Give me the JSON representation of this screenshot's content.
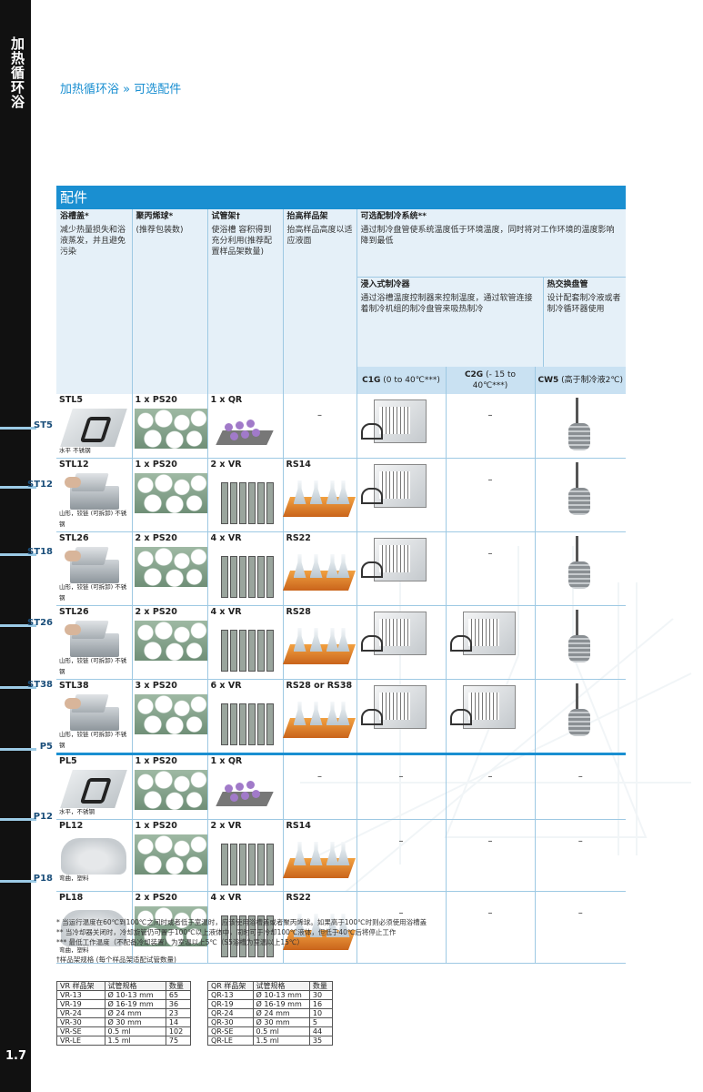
{
  "page": {
    "vertical_title": "加热循环浴",
    "page_number": "1.7",
    "breadcrumb": "加热循环浴 » 可选配件"
  },
  "table": {
    "title": "配件",
    "headers": [
      {
        "title": "浴槽盖*",
        "desc": "减少热量损失和浴液蒸发，并且避免污染"
      },
      {
        "title": "聚丙烯球*",
        "desc": "(推荐包装数)"
      },
      {
        "title": "试管架†",
        "desc": "使浴槽 容积得到充分利用(推荐配置样品架数量)"
      },
      {
        "title": "抬高样品架",
        "desc": "抬高样品高度以适应液面"
      },
      {
        "title": "可选配制冷系统**",
        "desc": "通过制冷盘管使系统温度低于环境温度，同时将对工作环境的温度影响降到最低"
      }
    ],
    "cooling": {
      "immersion": {
        "title": "浸入式制冷器",
        "desc": "通过浴槽温度控制器来控制温度，通过软管连接着制冷机组的制冷盘管来吸热制冷"
      },
      "coil": {
        "title": "热交换盘管",
        "desc": "设计配套制冷液或者制冷循环器使用"
      }
    },
    "models": [
      {
        "name": "C1G",
        "range": " (0 to 40℃***)"
      },
      {
        "name": "C2G",
        "range": " (- 15 to 40℃***)"
      },
      {
        "name": "CW5",
        "range": " (高于制冷液2℃)"
      }
    ],
    "rows": [
      {
        "model": "STL5",
        "note": "水平 不锈钢",
        "tab": "ST5",
        "balls": "1 x PS20",
        "rack": "1 x QR",
        "raised": "",
        "raised_dash": "–",
        "c1g": "chiller",
        "c2g": "–",
        "cw5": "coil"
      },
      {
        "model": "STL12",
        "note": "山形，铰链 (可拆卸) 不锈钢",
        "tab": "ST12",
        "balls": "1 x PS20",
        "rack": "2 x VR",
        "raised": "RS14",
        "raised_dash": "",
        "c1g": "chiller",
        "c2g": "–",
        "cw5": "coil"
      },
      {
        "model": "STL26",
        "note": "山形，铰链 (可拆卸) 不锈钢",
        "tab": "ST18",
        "balls": "2 x PS20",
        "rack": "4 x VR",
        "raised": "RS22",
        "raised_dash": "",
        "c1g": "chiller",
        "c2g": "–",
        "cw5": "coil"
      },
      {
        "model": "STL26",
        "note": "山形，铰链 (可拆卸) 不锈钢",
        "tab": "ST26",
        "balls": "2 x PS20",
        "rack": "4 x VR",
        "raised": "RS28",
        "raised_dash": "",
        "c1g": "chiller",
        "c2g": "chiller",
        "cw5": "coil"
      },
      {
        "model": "STL38",
        "note": "山形，铰链 (可拆卸) 不锈钢",
        "tab": "ST38",
        "balls": "3 x PS20",
        "rack": "6 x VR",
        "raised": "RS28 or RS38",
        "raised_dash": "",
        "c1g": "chiller",
        "c2g": "chiller",
        "cw5": "coil"
      },
      {
        "model": "PL5",
        "note": "水平，不锈钢",
        "tab": "P5",
        "balls": "1 x PS20",
        "rack": "1 x QR",
        "raised": "",
        "raised_dash": "–",
        "c1g": "–",
        "c2g": "–",
        "cw5": "–"
      },
      {
        "model": "PL12",
        "note": "弯曲，塑料",
        "tab": "P12",
        "balls": "1 x PS20",
        "rack": "2 x VR",
        "raised": "RS14",
        "raised_dash": "",
        "c1g": "–",
        "c2g": "–",
        "cw5": "–"
      },
      {
        "model": "PL18",
        "note": "弯曲，塑料",
        "tab": "P18",
        "balls": "2 x PS20",
        "rack": "4 x VR",
        "raised": "RS22",
        "raised_dash": "",
        "c1g": "–",
        "c2g": "–",
        "cw5": "–"
      }
    ]
  },
  "footnotes": {
    "f1": "*   当运行温度在60℃到100℃之间时或者低于室温时，应该使用浴槽盖或者聚丙烯球。如果高于100℃时则必须使用浴槽盖",
    "f2": "**  当冷却器关闭时，冷却旋管仍可置于100℃以上液体中，同时可于冷却100℃液体，但低于40℃后将停止工作",
    "f3": "*** 最低工作温度（不配备冷却装置）为室温以上5℃（S5浴槽为室温以上15℃）",
    "rack_spec": "†样品架规格 (每个样品架适配试管数量)"
  },
  "vr_table": {
    "headers": [
      "VR 样品架",
      "试管规格",
      "数量"
    ],
    "rows": [
      [
        "VR-13",
        "Ø 10-13 mm",
        "65"
      ],
      [
        "VR-19",
        "Ø 16-19 mm",
        "36"
      ],
      [
        "VR-24",
        "Ø  24 mm",
        "23"
      ],
      [
        "VR-30",
        "Ø  30 mm",
        "14"
      ],
      [
        "VR-SE",
        "0.5 ml",
        "102"
      ],
      [
        "VR-LE",
        "1.5 ml",
        "75"
      ]
    ]
  },
  "qr_table": {
    "headers": [
      "QR 样品架",
      "试管规格",
      "数量"
    ],
    "rows": [
      [
        "QR-13",
        "Ø 10-13 mm",
        "30"
      ],
      [
        "QR-19",
        "Ø 16-19 mm",
        "16"
      ],
      [
        "QR-24",
        "Ø  24 mm",
        "10"
      ],
      [
        "QR-30",
        "Ø  30 mm",
        "5"
      ],
      [
        "QR-SE",
        "0.5 ml",
        "44"
      ],
      [
        "QR-LE",
        "1.5 ml",
        "35"
      ]
    ]
  }
}
